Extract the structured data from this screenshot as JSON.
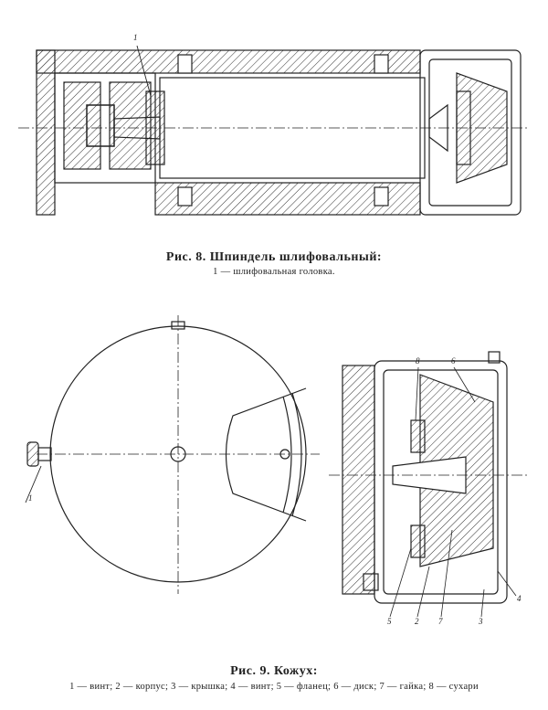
{
  "figure8": {
    "title": "Рис. 8. Шпиндель шлифовальный:",
    "legend": "1 — шлифовальная головка.",
    "callouts": [
      "1"
    ]
  },
  "figure9": {
    "title": "Рис. 9. Кожух:",
    "legend": "1 — винт; 2 — корпус; 3 — крышка; 4 — винт; 5 — фланец; 6 — диск; 7 — гайка; 8 — сухари",
    "callouts": [
      "8",
      "6",
      "1",
      "5",
      "2",
      "7",
      "3",
      "4"
    ]
  }
}
